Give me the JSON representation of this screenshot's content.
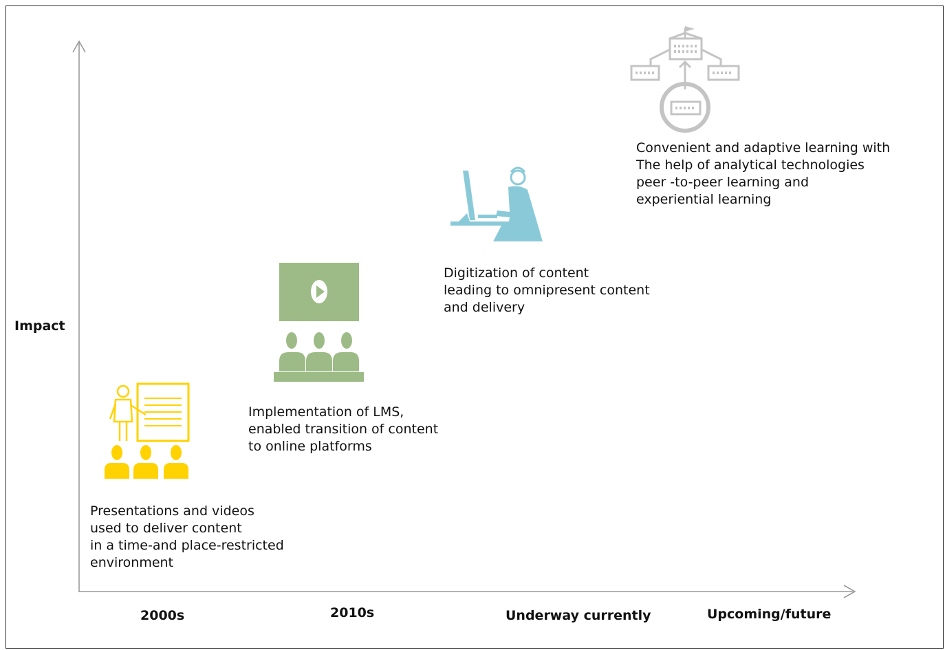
{
  "axes": {
    "y_label": "Impact",
    "x_labels": [
      "2000s",
      "2010s",
      "Underway currently",
      "Upcoming/future"
    ]
  },
  "stages": [
    {
      "icon": "classroom-presentation-icon",
      "color": "#FFD200",
      "lines": [
        "Presentations and videos",
        "used to deliver content",
        "in a time-and place-restricted",
        "environment"
      ]
    },
    {
      "icon": "video-lms-audience-icon",
      "color": "#9DBB86",
      "lines": [
        "Implementation of LMS,",
        "enabled transition of content",
        "to online platforms"
      ]
    },
    {
      "icon": "person-at-computer-icon",
      "color": "#8ACAD8",
      "lines": [
        "Digitization of content",
        "leading to omnipresent content",
        "and delivery"
      ]
    },
    {
      "icon": "connected-buildings-network-icon",
      "color": "#C4C4C4",
      "lines": [
        "Convenient and adaptive learning with",
        "The help of analytical technologies",
        "peer -to-peer learning and",
        "experiential learning"
      ]
    }
  ],
  "colors": {
    "axis": "#999999",
    "border": "#2a2a2a"
  }
}
